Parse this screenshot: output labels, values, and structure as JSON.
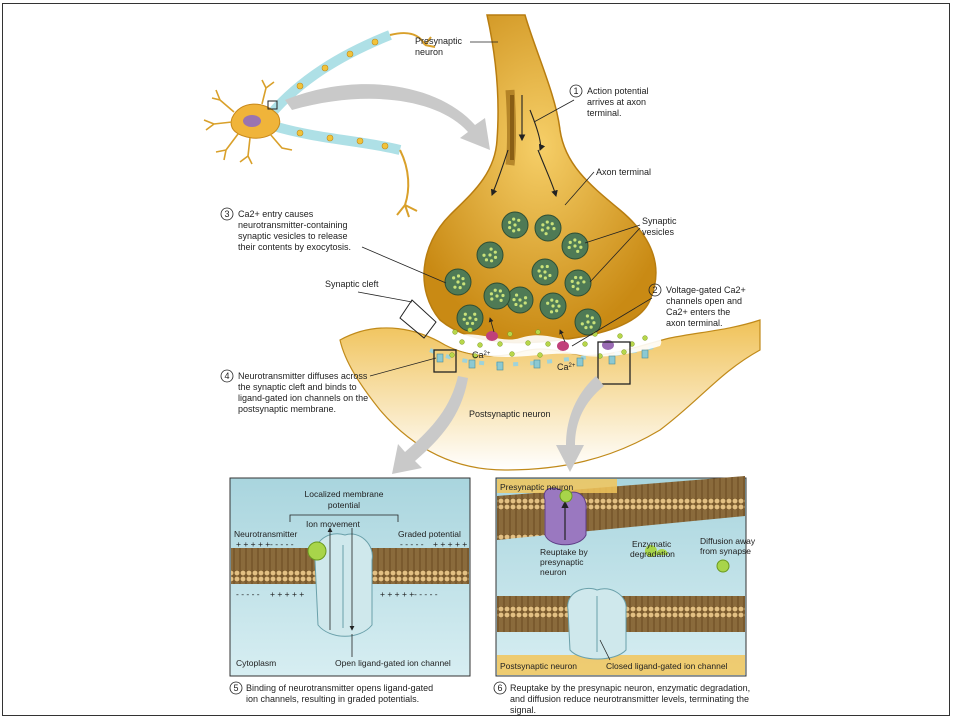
{
  "labels": {
    "presynaptic_neuron": [
      "Presynaptic",
      "neuron"
    ],
    "axon_terminal": "Axon terminal",
    "synaptic_vesicles": [
      "Synaptic",
      "vesicles"
    ],
    "synaptic_cleft": "Synaptic cleft",
    "postsynaptic_neuron": "Postsynaptic neuron",
    "ca_ion": "Ca",
    "ca_charge": "2+"
  },
  "steps": [
    {
      "num": "1",
      "lines": [
        "Action potential",
        "arrives at axon",
        "terminal."
      ]
    },
    {
      "num": "2",
      "lines": [
        "Voltage-gated Ca2+",
        "channels open and",
        "Ca2+ enters the",
        "axon terminal."
      ]
    },
    {
      "num": "3",
      "lines": [
        "Ca2+ entry causes",
        "neurotransmitter-containing",
        "synaptic vesicles to release",
        "their contents by exocytosis."
      ]
    },
    {
      "num": "4",
      "lines": [
        "Neurotransmitter diffuses across",
        "the synaptic cleft and binds to",
        "ligand-gated ion channels on the",
        "postsynaptic membrane."
      ]
    },
    {
      "num": "5",
      "lines": [
        "Binding of neurotransmitter opens ligand-gated",
        "ion channels, resulting in graded potentials."
      ]
    },
    {
      "num": "6",
      "lines": [
        "Reuptake by the presynapic neuron, enzymatic degradation,",
        "and diffusion reduce neurotransmitter levels, terminating the",
        "signal."
      ]
    }
  ],
  "left_inset": {
    "localized_potential": [
      "Localized membrane",
      "potential"
    ],
    "ion_movement": "Ion movement",
    "neurotransmitter": "Neurotransmitter",
    "graded_potential": "Graded potential",
    "plus_signs": "+ + + + +",
    "minus_signs": "- - - - -",
    "cytoplasm": "Cytoplasm",
    "open_channel": "Open ligand-gated ion channel"
  },
  "right_inset": {
    "presynaptic_neuron": "Presynaptic neuron",
    "reuptake": [
      "Reuptake by",
      "presynaptic",
      "neuron"
    ],
    "enzymatic": [
      "Enzymatic",
      "degradation"
    ],
    "diffusion": [
      "Diffusion away",
      "from synapse"
    ],
    "postsynaptic_neuron": "Postsynaptic neuron",
    "closed_channel": "Closed ligand-gated ion channel"
  },
  "colors": {
    "neuron": "#d89a1e",
    "neuron_light": "#f2c65a",
    "vesicle": "#4f7a55",
    "vesicle_dots": "#c9e27a",
    "membrane_head": "#e8c890",
    "channel": "#cfe8ec",
    "inset_bg": "#bfe2e8",
    "arrow_gray": "#c8c8c8"
  }
}
